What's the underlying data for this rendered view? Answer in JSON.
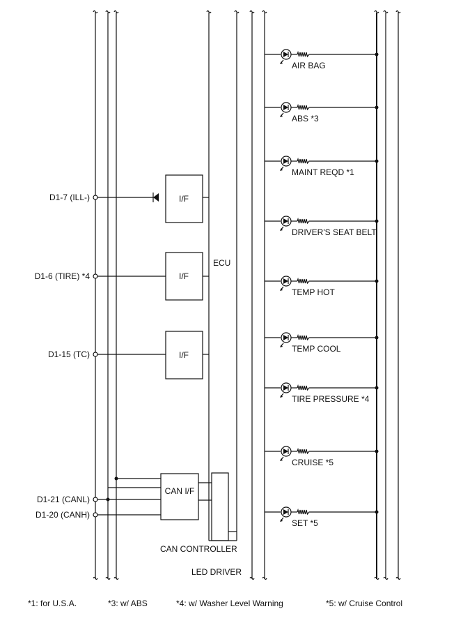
{
  "connectors": [
    {
      "id": "ill",
      "label": "D1-7 (ILL-)"
    },
    {
      "id": "tire",
      "label": "D1-6 (TIRE) *4"
    },
    {
      "id": "tc",
      "label": "D1-15 (TC)"
    },
    {
      "id": "canl",
      "label": "D1-21 (CANL)"
    },
    {
      "id": "canh",
      "label": "D1-20 (CANH)"
    }
  ],
  "blocks": {
    "if1": "I/F",
    "if2": "I/F",
    "if3": "I/F",
    "can_if": "CAN I/F",
    "ecu": "ECU",
    "can_controller": "CAN CONTROLLER",
    "led_driver": "LED DRIVER"
  },
  "indicators": [
    {
      "label": "AIR BAG"
    },
    {
      "label": "ABS *3"
    },
    {
      "label": "MAINT REQD *1"
    },
    {
      "label": "DRIVER'S SEAT BELT"
    },
    {
      "label": "TEMP HOT"
    },
    {
      "label": "TEMP COOL"
    },
    {
      "label": "TIRE PRESSURE *4"
    },
    {
      "label": "CRUISE *5"
    },
    {
      "label": "SET *5"
    }
  ],
  "footnotes": [
    "*1: for U.S.A.",
    "*3: w/ ABS",
    "*4: w/ Washer Level Warning",
    "*5: w/ Cruise Control"
  ]
}
